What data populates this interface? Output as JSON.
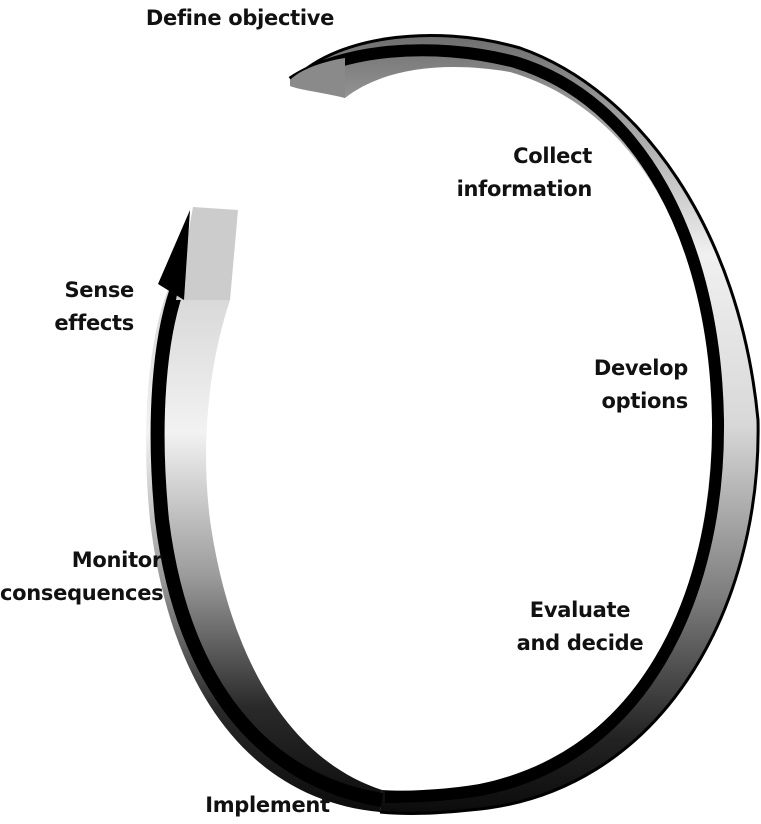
{
  "steps": [
    {
      "name": "define-objective",
      "lines": [
        "Define objective"
      ]
    },
    {
      "name": "collect-information",
      "lines": [
        "Collect",
        "information"
      ]
    },
    {
      "name": "develop-options",
      "lines": [
        "Develop",
        "options"
      ]
    },
    {
      "name": "evaluate-and-decide",
      "lines": [
        "Evaluate",
        "and decide"
      ]
    },
    {
      "name": "implement",
      "lines": [
        "Implement"
      ]
    },
    {
      "name": "monitor-consequences",
      "lines": [
        "Monitor",
        "consequences"
      ]
    },
    {
      "name": "sense-effects",
      "lines": [
        "Sense",
        "effects"
      ]
    }
  ],
  "colors": {
    "ring_outer_edge": "#000000",
    "ring_light": "#f2f2f2",
    "ring_mid": "#9a9a9a",
    "ring_dark": "#151515",
    "arrowhead": "#000000",
    "ring_end_face": "#cccccc"
  }
}
